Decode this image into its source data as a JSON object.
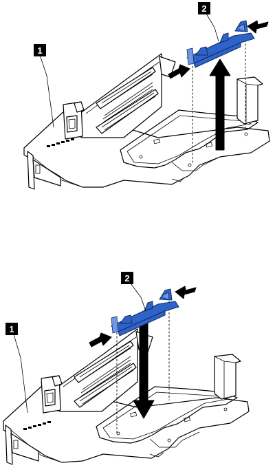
{
  "figures": [
    {
      "id": "removal",
      "callouts": [
        {
          "label": "1",
          "target": "riser-card-assembly"
        },
        {
          "label": "2",
          "target": "adapter-retention-bracket"
        }
      ],
      "motion": "bracket-lifted-up"
    },
    {
      "id": "installation",
      "callouts": [
        {
          "label": "1",
          "target": "riser-card-assembly"
        },
        {
          "label": "2",
          "target": "adapter-retention-bracket"
        }
      ],
      "motion": "bracket-lowered-down"
    }
  ],
  "colors": {
    "bracket": "#2f63c8",
    "callout_box": "#000000",
    "callout_text": "#ffffff",
    "line_art": "#000000"
  }
}
